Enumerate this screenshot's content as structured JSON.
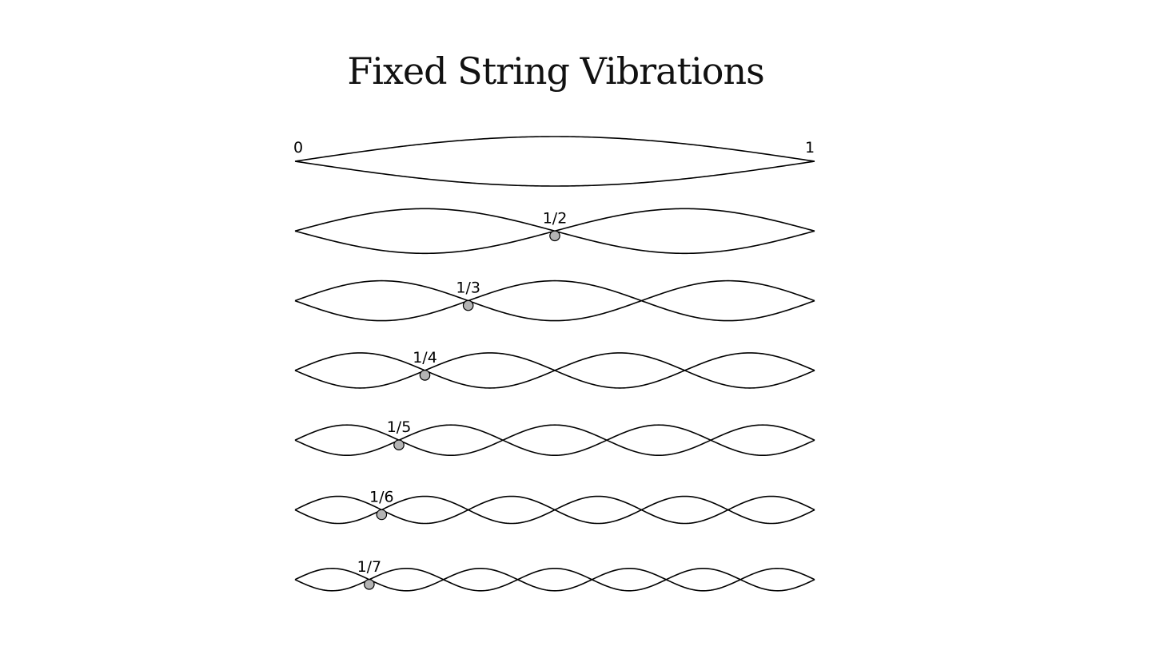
{
  "title": "Fixed String Vibrations",
  "endpoints": {
    "start": "0",
    "end": "1"
  },
  "modes": [
    {
      "harmonic": 1,
      "label": ""
    },
    {
      "harmonic": 2,
      "label": "1/2"
    },
    {
      "harmonic": 3,
      "label": "1/3"
    },
    {
      "harmonic": 4,
      "label": "1/4"
    },
    {
      "harmonic": 5,
      "label": "1/5"
    },
    {
      "harmonic": 6,
      "label": "1/6"
    },
    {
      "harmonic": 7,
      "label": "1/7"
    }
  ],
  "colors": {
    "line": "#000000",
    "node_fill": "#b4b4b4",
    "background": "#ffffff"
  }
}
